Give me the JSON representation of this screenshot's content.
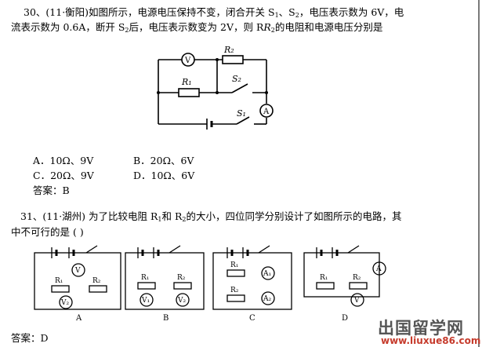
{
  "q30": {
    "line1_a": "30、(11·衡阳)如图所示，电源电压保持不变，闭合开关 S",
    "line1_s1": "1",
    "line1_b": "、S",
    "line1_s2": "2",
    "line1_c": "，电压表示数为 6V，电",
    "line2_a": "流表示数为 0.6A，断开 S",
    "line2_s2": "2",
    "line2_b": "后，电压表示数变为 2V，则 R",
    "line2_r2": "2",
    "line2_c": "的电阻和电源电压分别是",
    "options": [
      "A．10Ω、9V",
      "B．20Ω、6V",
      "C．20Ω、9V",
      "D．10Ω、6V"
    ],
    "answer": "答案：B",
    "circuit_labels": {
      "voltmeter": "V",
      "ammeter": "A",
      "r1": "R₁",
      "r2": "R₂",
      "s1": "S₁",
      "s2": "S₂"
    }
  },
  "q31": {
    "line1_a": "31、(11·湖州) 为了比较电阻 R",
    "line1_r1": "1",
    "line1_b": "和 R",
    "line1_r2": "2",
    "line1_c": "的大小，四位同学分别设计了如图所示的电路，其",
    "line2": "中不可行的是 (      )",
    "figure_labels": [
      "A",
      "B",
      "C",
      "D"
    ],
    "meter_labels": {
      "v": "V",
      "v1": "V₁",
      "v2": "V₂",
      "a": "A",
      "a1": "A₁",
      "a2": "A₂",
      "r1": "R₁",
      "r2": "R₂"
    },
    "answer": "答案：D"
  },
  "watermark": {
    "name": "出国留学网",
    "url": "www.liuxue86.com"
  }
}
